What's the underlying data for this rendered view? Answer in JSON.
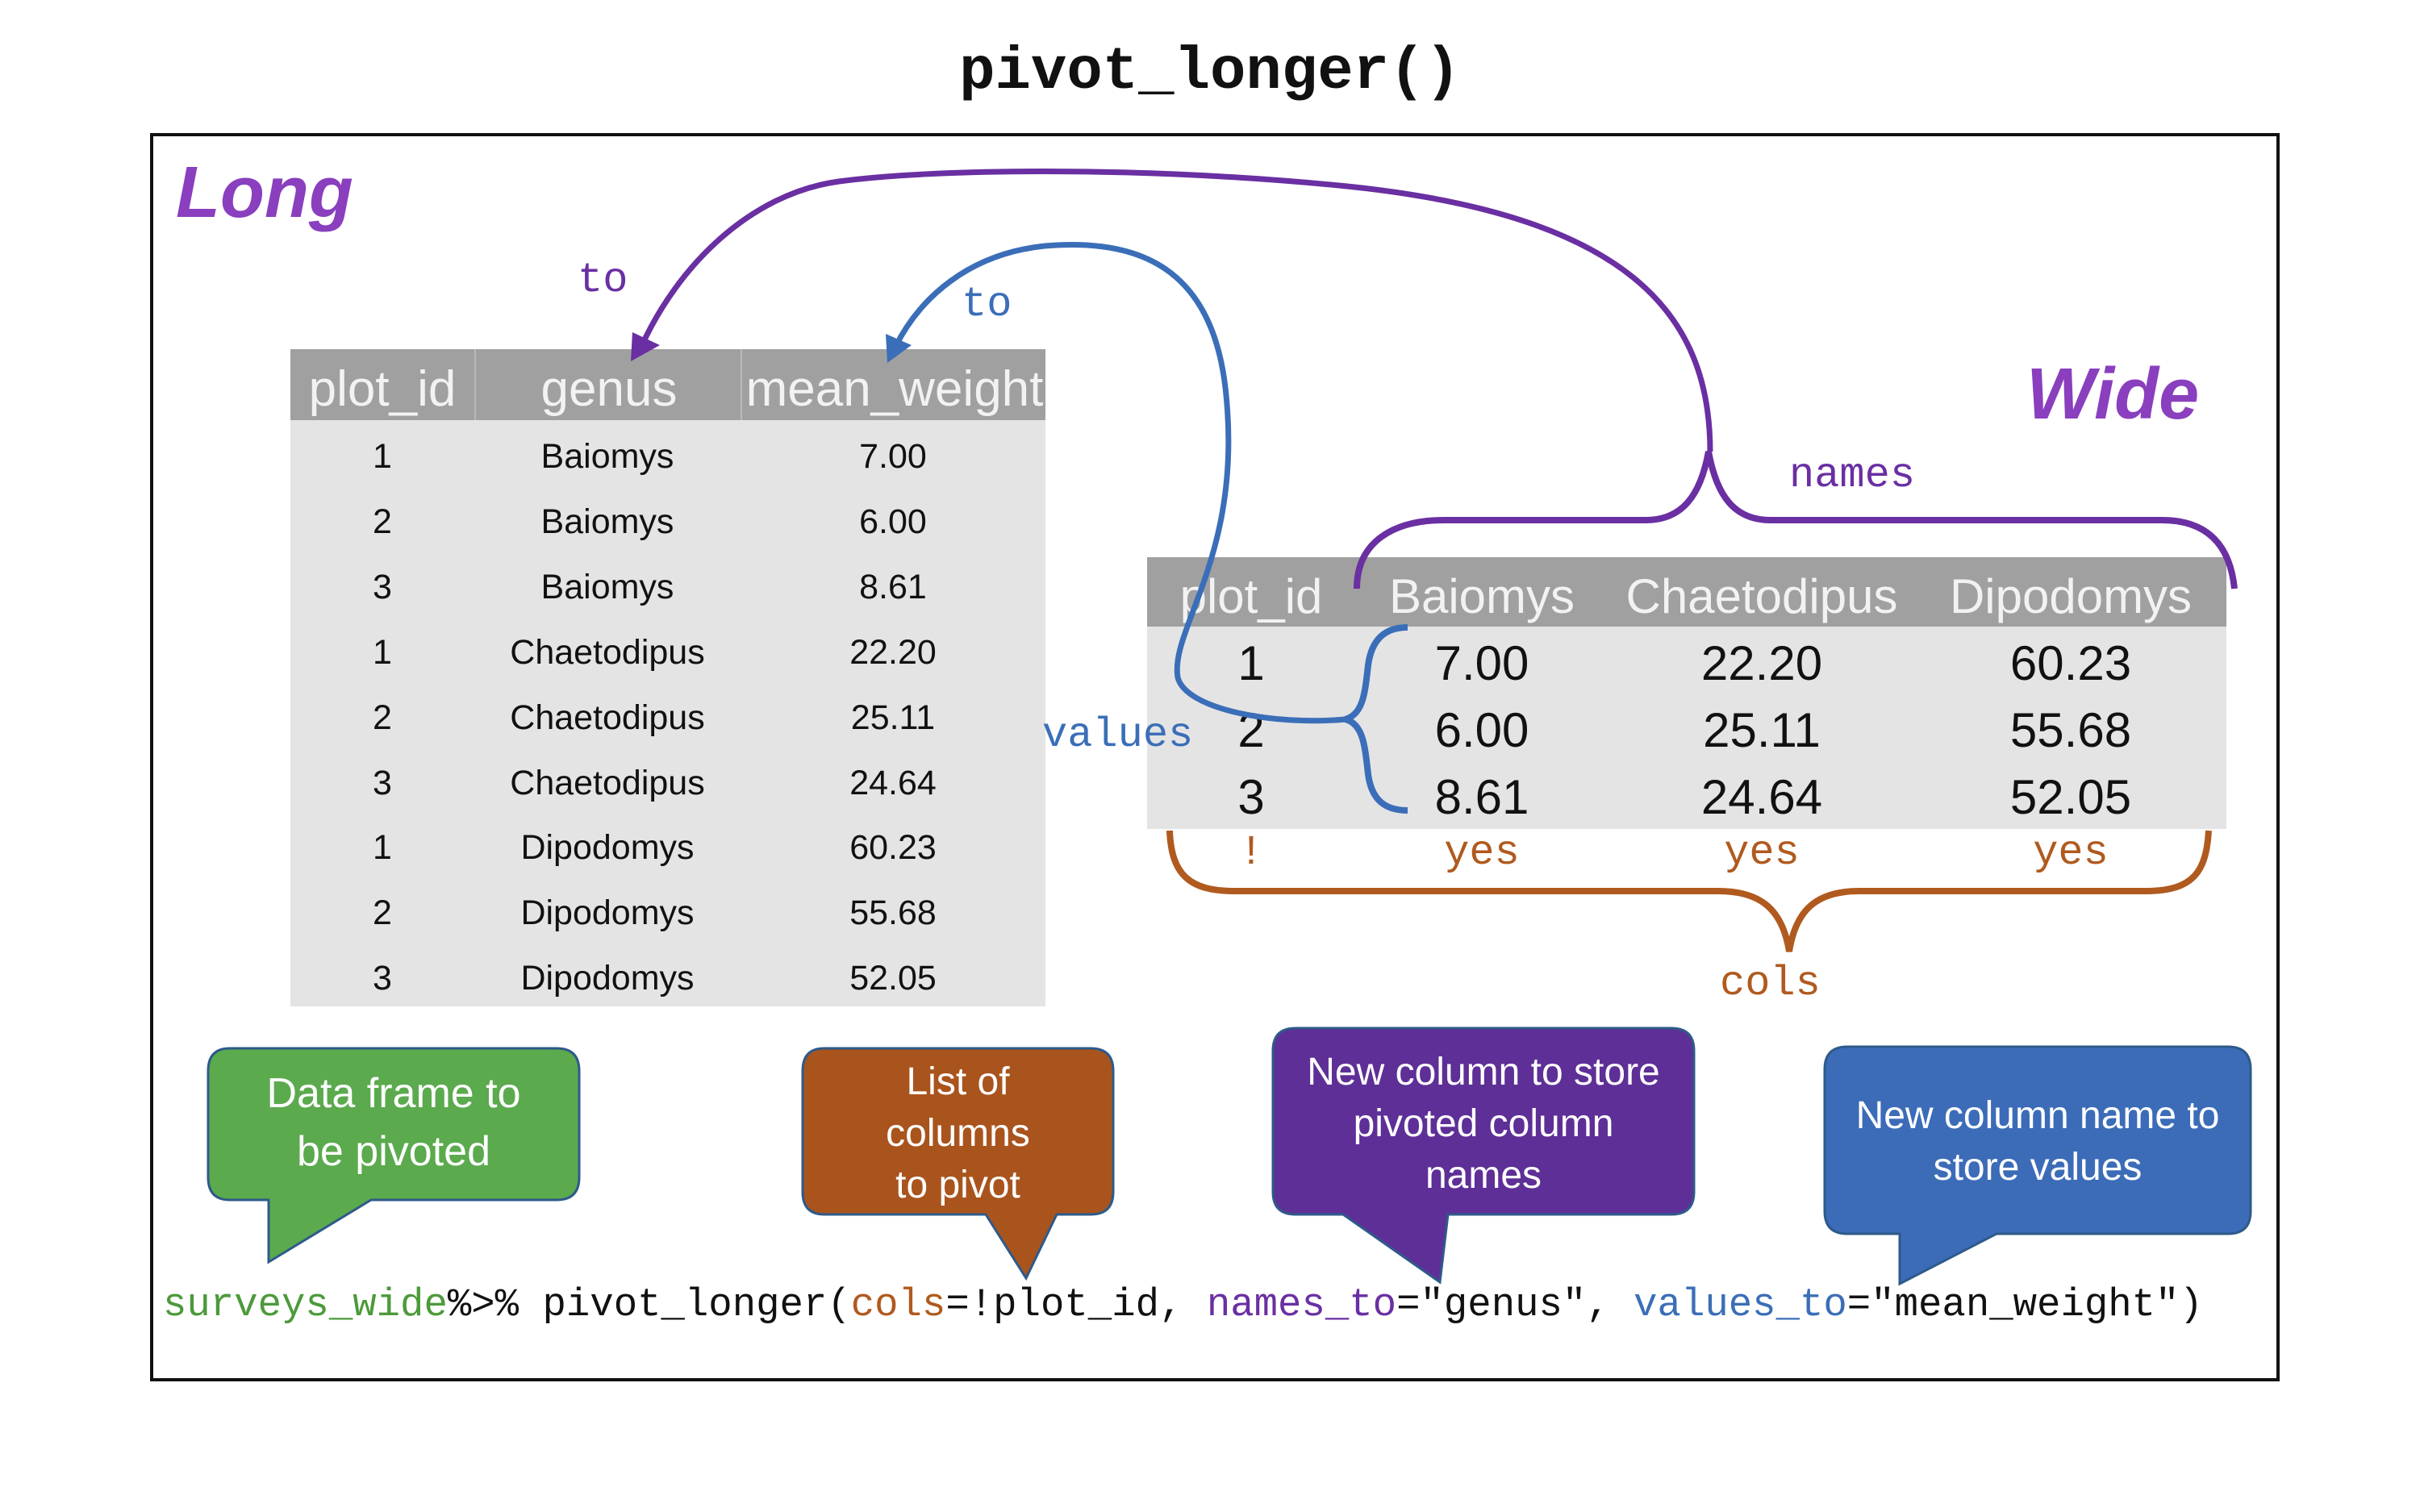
{
  "title": "pivot_longer()",
  "long_label": "Long",
  "wide_label": "Wide",
  "to_label_purple": "to",
  "to_label_blue": "to",
  "names_label": "names",
  "values_label": "values",
  "cols_label": "cols",
  "long_table": {
    "headers": [
      "plot_id",
      "genus",
      "mean_weight"
    ],
    "rows": [
      [
        "1",
        "Baiomys",
        "7.00"
      ],
      [
        "2",
        "Baiomys",
        "6.00"
      ],
      [
        "3",
        "Baiomys",
        "8.61"
      ],
      [
        "1",
        "Chaetodipus",
        "22.20"
      ],
      [
        "2",
        "Chaetodipus",
        "25.11"
      ],
      [
        "3",
        "Chaetodipus",
        "24.64"
      ],
      [
        "1",
        "Dipodomys",
        "60.23"
      ],
      [
        "2",
        "Dipodomys",
        "55.68"
      ],
      [
        "3",
        "Dipodomys",
        "52.05"
      ]
    ]
  },
  "wide_table": {
    "headers": [
      "plot_id",
      "Baiomys",
      "Chaetodipus",
      "Dipodomys"
    ],
    "rows": [
      [
        "1",
        "7.00",
        "22.20",
        "60.23"
      ],
      [
        "2",
        "6.00",
        "25.11",
        "55.68"
      ],
      [
        "3",
        "8.61",
        "24.64",
        "52.05"
      ]
    ]
  },
  "cols_marks": [
    "!",
    "yes",
    "yes",
    "yes"
  ],
  "callouts": {
    "data_frame": [
      "Data frame to",
      "be pivoted"
    ],
    "cols": [
      "List of",
      "columns",
      "to pivot"
    ],
    "names_to": [
      "New column to store",
      "pivoted column",
      "names"
    ],
    "values_to": [
      "New column name to",
      "store values"
    ]
  },
  "code": {
    "df": "surveys_wide",
    "pipe": "%>% pivot_longer(",
    "cols_kw": "cols",
    "cols_val": "=!plot_id, ",
    "names_kw": "names_to",
    "names_val": "=\"genus\", ",
    "values_kw": "values_to",
    "values_val": "=\"mean_weight\")"
  },
  "colors": {
    "purple": "#6A2FA2",
    "label_purple": "#8A3FBE",
    "blue": "#3B6EB8",
    "orange": "#B05A1F",
    "green": "#5BAA4E",
    "callout_orange": "#A9541D",
    "callout_purple": "#5E2F96",
    "callout_blue": "#3C6CB8"
  }
}
